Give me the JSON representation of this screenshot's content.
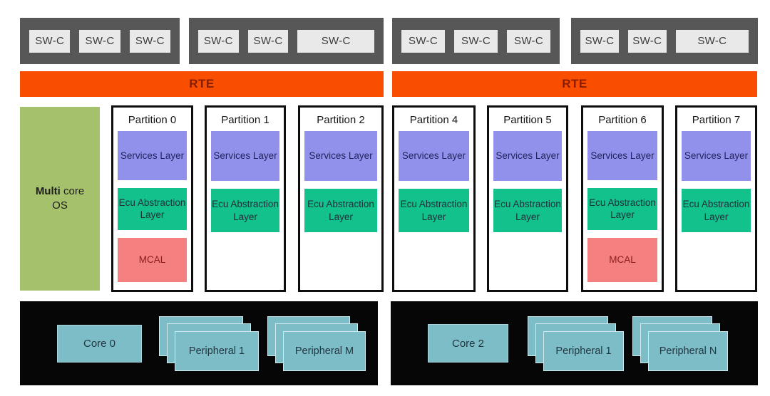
{
  "colors": {
    "swc_container": "#575757",
    "swc_box": "#E9E9E9",
    "rte": "#F94D00",
    "os": "#A6C16B",
    "services": "#9191EB",
    "ecu": "#12C18C",
    "mcal": "#F48180",
    "hw_bar": "#060606",
    "chip": "#7DBDC7"
  },
  "swc_groups": [
    {
      "boxes": [
        "SW-C",
        "SW-C",
        "SW-C"
      ]
    },
    {
      "boxes": [
        "SW-C",
        "SW-C",
        "SW-C"
      ]
    },
    {
      "boxes": [
        "SW-C",
        "SW-C",
        "SW-C"
      ]
    },
    {
      "boxes": [
        "SW-C",
        "SW-C",
        "SW-C"
      ]
    }
  ],
  "rte_bars": [
    "RTE",
    "RTE"
  ],
  "os": {
    "multi": "Multi",
    "space_core": " core",
    "os": "OS"
  },
  "partitions": [
    {
      "title": "Partition 0",
      "services": "Services Layer",
      "ecu": "Ecu Abstraction Layer",
      "mcal": "MCAL"
    },
    {
      "title": "Partition 1",
      "services": "Services Layer",
      "ecu": "Ecu Abstraction Layer"
    },
    {
      "title": "Partition 2",
      "services": "Services Layer",
      "ecu": "Ecu Abstraction Layer"
    },
    {
      "title": "Partition 4",
      "services": "Services Layer",
      "ecu": "Ecu Abstraction Layer"
    },
    {
      "title": "Partition 5",
      "services": "Services Layer",
      "ecu": "Ecu Abstraction Layer"
    },
    {
      "title": "Partition 6",
      "services": "Services Layer",
      "ecu": "Ecu Abstraction Layer",
      "mcal": "MCAL"
    },
    {
      "title": "Partition 7",
      "services": "Services Layer",
      "ecu": "Ecu Abstraction Layer"
    }
  ],
  "hardware": {
    "left": {
      "core": "Core 0",
      "peripherals": [
        "Peripheral 1",
        "Peripheral M"
      ]
    },
    "right": {
      "core": "Core 2",
      "peripherals": [
        "Peripheral 1",
        "Peripheral N"
      ]
    }
  }
}
